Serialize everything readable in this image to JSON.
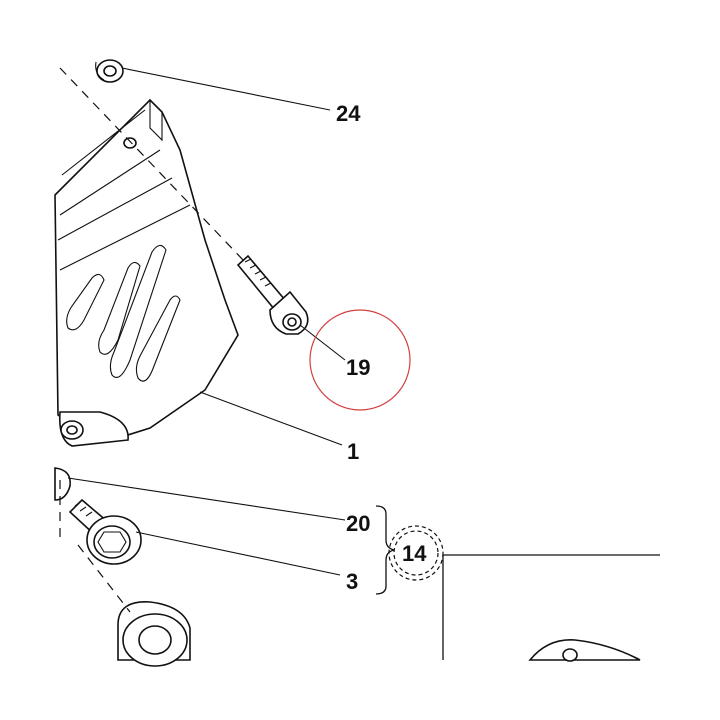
{
  "callouts": {
    "c24": "24",
    "c19": "19",
    "c1": "1",
    "c20": "20",
    "c3": "3",
    "c14": "14"
  },
  "colors": {
    "highlight_circle": "#d04040",
    "linework": "#111111"
  },
  "icons": {
    "group_brace": "right-curly-brace",
    "assembly_ref": "dashed-double-circle"
  }
}
